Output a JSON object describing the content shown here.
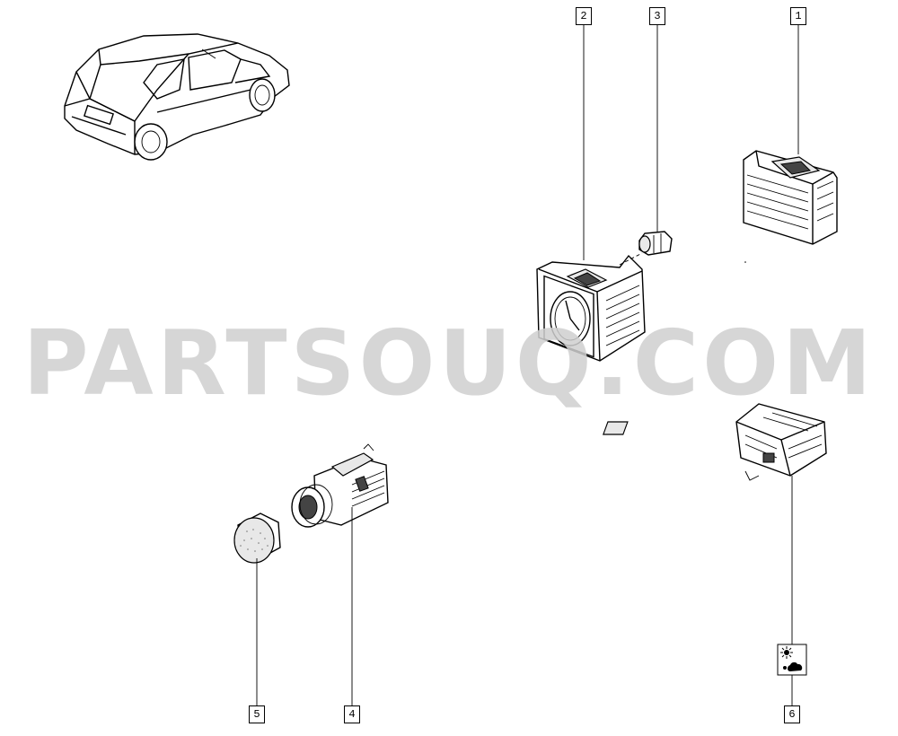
{
  "watermark": "PARTSOUQ.COM",
  "callouts": [
    {
      "id": "1",
      "label": "1"
    },
    {
      "id": "2",
      "label": "2"
    },
    {
      "id": "3",
      "label": "3"
    },
    {
      "id": "4",
      "label": "4"
    },
    {
      "id": "5",
      "label": "5"
    },
    {
      "id": "6",
      "label": "6"
    }
  ],
  "parts": [
    {
      "name": "vehicle-illustration"
    },
    {
      "name": "switch-assembly",
      "callout": "1"
    },
    {
      "name": "clock-assembly",
      "callout": "2"
    },
    {
      "name": "bulb",
      "callout": "3"
    },
    {
      "name": "cigar-lighter-socket",
      "callout": "4"
    },
    {
      "name": "blanking-cap",
      "callout": "5"
    },
    {
      "name": "control-unit",
      "callout": "6"
    }
  ],
  "symbol_icon": "sun-cloud-icon"
}
